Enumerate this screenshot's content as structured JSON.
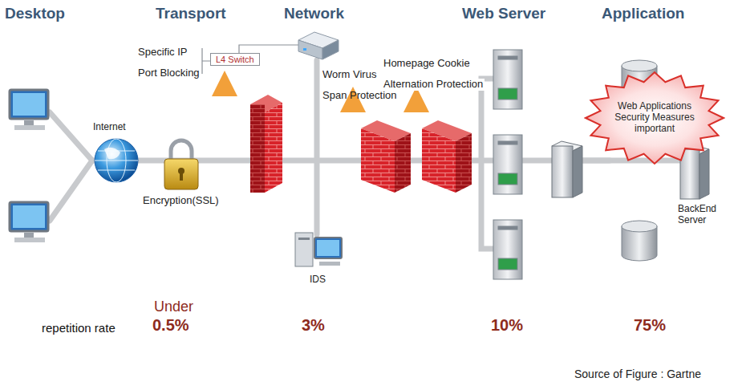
{
  "diagram": {
    "nodes": [
      {
        "text": [
          "L4 Switch"
        ]
      },
      {
        "text": [
          "Web Applications Security Measures important"
        ]
      }
    ],
    "labels": [
      "Desktop",
      "Transport",
      "Network",
      "Web Server",
      "Application",
      "Specific IP",
      "Port Blocking",
      "Worm Virus",
      "Span Protection",
      "Homepage Cookie",
      "Alternation Protection",
      "Internet",
      "Encryption(SSL)",
      "IDS",
      "BackEnd Server",
      "Under",
      "repetition rate",
      "0.5%",
      "3%",
      "10%",
      "75%",
      "Source of Figure : Gartne"
    ]
  }
}
